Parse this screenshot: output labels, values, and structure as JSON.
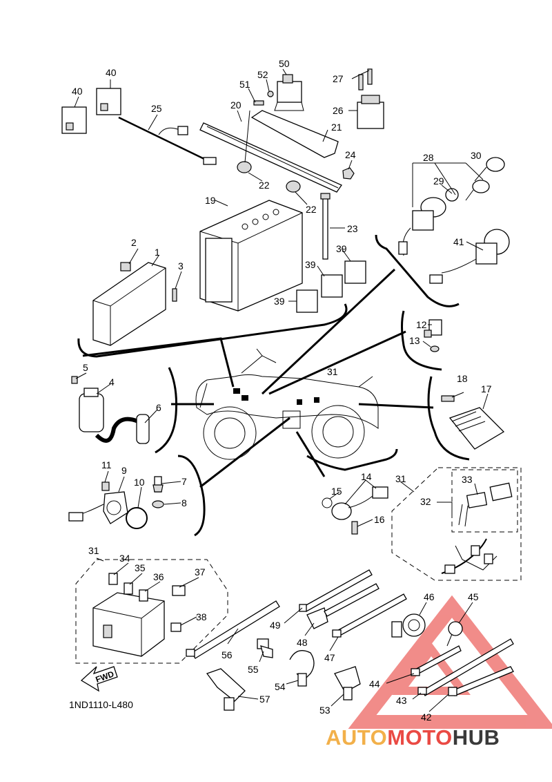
{
  "diagram": {
    "reference_code": "1ND1110-L480",
    "fwd_label": "FWD",
    "watermark": {
      "part1": "AUTO",
      "part2": "MOTO",
      "part3": "HUB",
      "color_orange": "#f2b04a",
      "color_red": "#ea4a44",
      "color_gray": "#3a3a3a",
      "triangle_color": "#e8403c"
    },
    "callouts": {
      "n1": "1",
      "n2": "2",
      "n3": "3",
      "n4": "4",
      "n5": "5",
      "n6": "6",
      "n7": "7",
      "n8": "8",
      "n9": "9",
      "n10": "10",
      "n11": "11",
      "n12": "12",
      "n13": "13",
      "n14": "14",
      "n15": "15",
      "n16": "16",
      "n17": "17",
      "n18": "18",
      "n19": "19",
      "n20": "20",
      "n21": "21",
      "n22a": "22",
      "n22b": "22",
      "n23": "23",
      "n24": "24",
      "n25": "25",
      "n26": "26",
      "n27": "27",
      "n28": "28",
      "n29": "29",
      "n30": "30",
      "n31a": "31",
      "n31b": "31",
      "n31c": "31",
      "n32": "32",
      "n33": "33",
      "n34": "34",
      "n35": "35",
      "n36": "36",
      "n37": "37",
      "n38": "38",
      "n39a": "39",
      "n39b": "39",
      "n39c": "39",
      "n40a": "40",
      "n40b": "40",
      "n41": "41",
      "n42": "42",
      "n43": "43",
      "n44": "44",
      "n45": "45",
      "n46": "46",
      "n47": "47",
      "n48": "48",
      "n49": "49",
      "n50": "50",
      "n51": "51",
      "n52": "52",
      "n53": "53",
      "n54": "54",
      "n55": "55",
      "n56": "56",
      "n57": "57"
    }
  }
}
